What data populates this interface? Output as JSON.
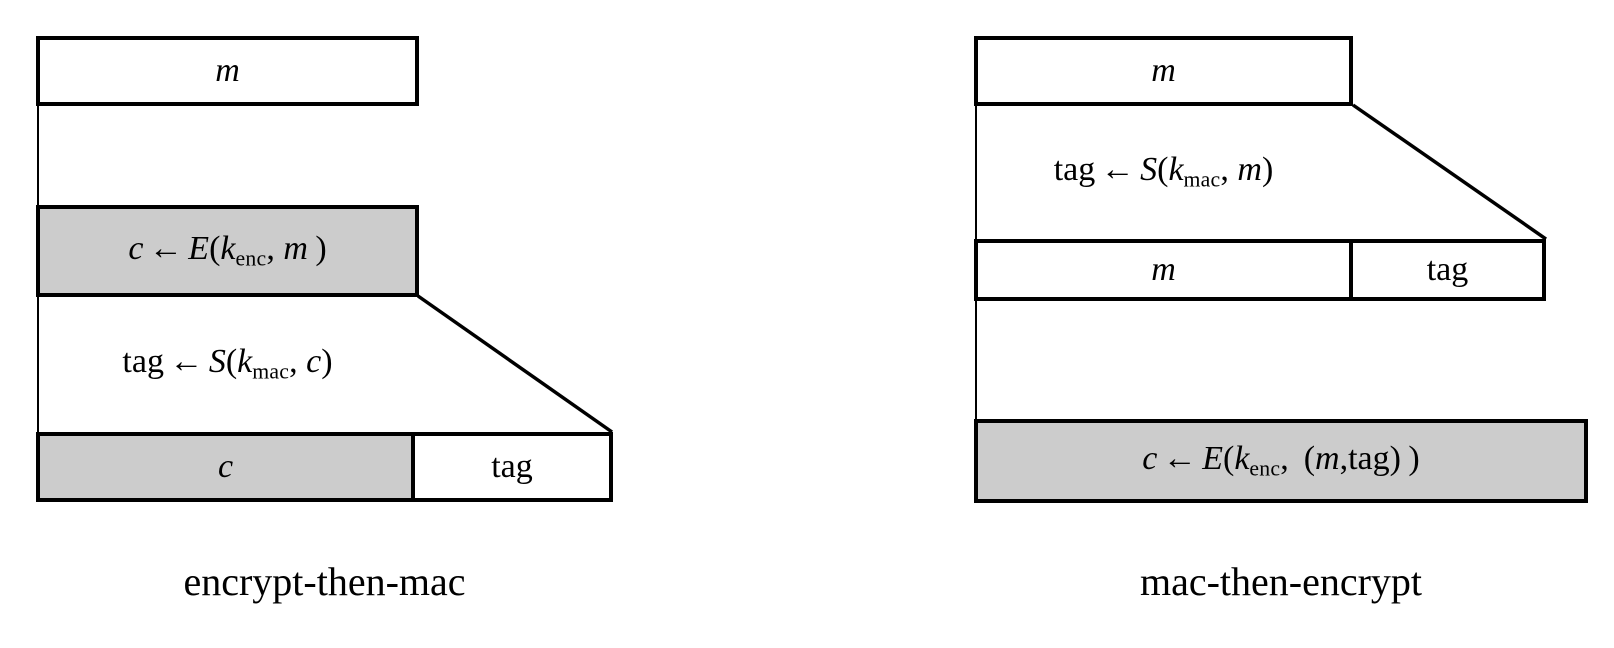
{
  "figure": {
    "kind": "diagram",
    "subject": "authenticated-encryption-constructions",
    "background_color": "#ffffff",
    "line_color": "#000000",
    "shaded_fill": "#cccccc"
  },
  "panels": [
    {
      "id": "encrypt-then-mac",
      "caption": "encrypt-then-mac",
      "steps": [
        {
          "id": "etm-input",
          "role": "input-block",
          "shaded": false,
          "text": "m"
        },
        {
          "id": "etm-encrypt",
          "role": "encrypt-block",
          "shaded": true,
          "text": "c ← E(k_enc, m )",
          "parts": {
            "lhs": "c",
            "arrow": "←",
            "fn": "E",
            "key": "k",
            "key_sub": "enc",
            "arg": "m"
          }
        },
        {
          "id": "etm-mac",
          "role": "mac-label",
          "shaded": false,
          "text": "tag ← S(k_mac, c)",
          "parts": {
            "lhs": "tag",
            "arrow": "←",
            "fn": "S",
            "key": "k",
            "key_sub": "mac",
            "arg": "c"
          }
        }
      ],
      "output": {
        "id": "etm-output",
        "role": "output-bar",
        "cells": [
          {
            "id": "etm-output-c",
            "text": "c",
            "shaded": true
          },
          {
            "id": "etm-output-tag",
            "text": "tag",
            "shaded": false
          }
        ]
      }
    },
    {
      "id": "mac-then-encrypt",
      "caption": "mac-then-encrypt",
      "steps": [
        {
          "id": "mte-input",
          "role": "input-block",
          "shaded": false,
          "text": "m"
        },
        {
          "id": "mte-mac",
          "role": "mac-label",
          "shaded": false,
          "text": "tag ← S(k_mac, m)",
          "parts": {
            "lhs": "tag",
            "arrow": "←",
            "fn": "S",
            "key": "k",
            "key_sub": "mac",
            "arg": "m"
          }
        },
        {
          "id": "mte-encrypt",
          "role": "encrypt-block",
          "shaded": true,
          "text": "c ← E(k_enc, (m, tag) )",
          "parts": {
            "lhs": "c",
            "arrow": "←",
            "fn": "E",
            "key": "k",
            "key_sub": "enc",
            "arg": "(m, tag)"
          }
        }
      ],
      "intermediate": {
        "id": "mte-intermediate",
        "role": "concat-bar",
        "cells": [
          {
            "id": "mte-mid-m",
            "text": "m",
            "shaded": false
          },
          {
            "id": "mte-mid-tag",
            "text": "tag",
            "shaded": false
          }
        ]
      }
    }
  ]
}
